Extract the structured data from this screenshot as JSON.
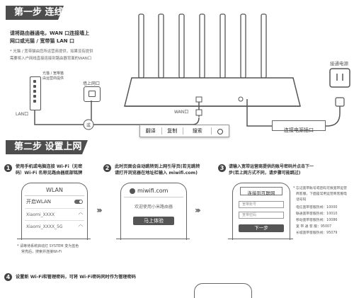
{
  "step1": {
    "title": "第一步 连线",
    "instruction_line1": "请将路由器通电，WAN 口连接墙上",
    "instruction_line2": "网口或光猫 / 宽带猫 LAN 口",
    "note_line1": "* 光猫 / 宽带猫由您所运营商提供，如果没有提供",
    "note_line2": "需要将入户网线直接连接到路由器背面的WAN口",
    "modem_label_line1": "光猫 / 宽带猫",
    "modem_label_line2": "由运营商提供",
    "wall_jack_label": "墙上网口",
    "lan_label": "LAN口",
    "wan_label": "WAN口",
    "or_label": "或",
    "power_label": "接通电源",
    "power_port_label": "连接电源插口"
  },
  "toolbar": {
    "items": [
      "翻译",
      "复制",
      "搜索"
    ],
    "more_icon": "circle-icon"
  },
  "step2": {
    "title": "第二步 设置上网",
    "sub1": {
      "number": "1",
      "line1": "使用手机或电脑连接 Wi-Fi（无密",
      "line2": "码）Wi-Fi 名称见路由器底部铭牌",
      "screen_title": "WLAN",
      "toggle_label": "开启WLAN",
      "wifi_1": "Xiaomi_XXXX",
      "wifi_2": "Xiaomi_XXXX_5G",
      "note_line1": "* 请等待系统启动灯 SYSTEM 变为蓝色",
      "note_line2": "常亮后，搜索并连接Wi-Fi"
    },
    "sub2": {
      "number": "2",
      "line1": "此时页面会自动跳转到上网引导页(若无跳转",
      "line2": "请打开浏览器在地址栏输入 miwifi.com)",
      "url": "miwifi.com",
      "welcome": "欢迎使用小米路由器",
      "button": "马上体验"
    },
    "sub3": {
      "number": "3",
      "line1": "请输入宽带运营商提供的账号密码并点击下一",
      "line2": "步(若上网方式不同，请步骤可能跳过)",
      "screen_title": "连接到互联网",
      "field_account": "宽带账号",
      "field_password": "宽带密码",
      "button": "下一步",
      "note_line1": "* 忘记宽带账号或密码可拨宽带运营",
      "note_line2": "商客服，下面是常用运营商客服电",
      "note_line3": "话号码",
      "hotlines": [
        "电信宽带客服热线：10000",
        "联通宽带客服热线：10010",
        "移动宽带客服热线：10086",
        "宽 带 通 客 服：95007",
        "长城宽带客服热线：95079"
      ]
    },
    "sub4": {
      "number": "4",
      "line1": "设置新 Wi-Fi和管理密码，可将 Wi-Fi密码同时作为管理密码"
    }
  }
}
